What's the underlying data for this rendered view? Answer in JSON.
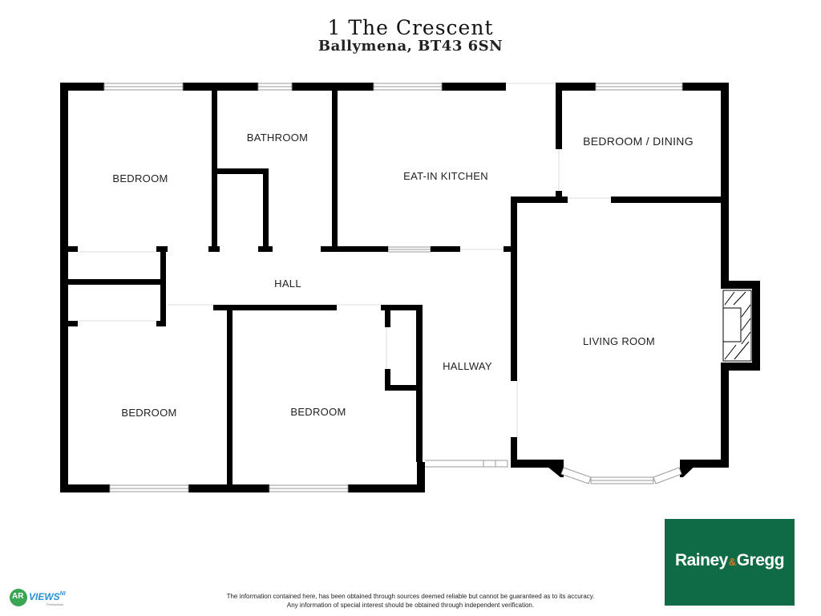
{
  "header": {
    "title": "1 The Crescent",
    "subtitle": "Ballymena, BT43 6SN"
  },
  "rooms": {
    "bedroom_1": "BEDROOM",
    "bathroom": "BATHROOM",
    "kitchen": "EAT-IN KITCHEN",
    "bedroom_dining": "BEDROOM / DINING",
    "hall": "HALL",
    "living_room": "LIVING ROOM",
    "hallway": "HALLWAY",
    "bedroom_2": "BEDROOM",
    "bedroom_3": "BEDROOM"
  },
  "footer": {
    "disclaimer_line1": "The information contained here, has been obtained through sources deemed reliable but cannot be guaranteed as to its accuracy.",
    "disclaimer_line2": "Any information of special interest should be obtained through independent verification."
  },
  "branding": {
    "agent_name_part1": "Rainey",
    "agent_amp": "&",
    "agent_name_part2": "Gregg",
    "agent_color": "#0f6b45",
    "producer_mark": "AR",
    "producer_name": "VIEWS",
    "producer_suffix": "NI",
    "producer_sub": "Productions"
  },
  "colors": {
    "wall": "#000000",
    "window_frame": "#9a9a9a"
  }
}
